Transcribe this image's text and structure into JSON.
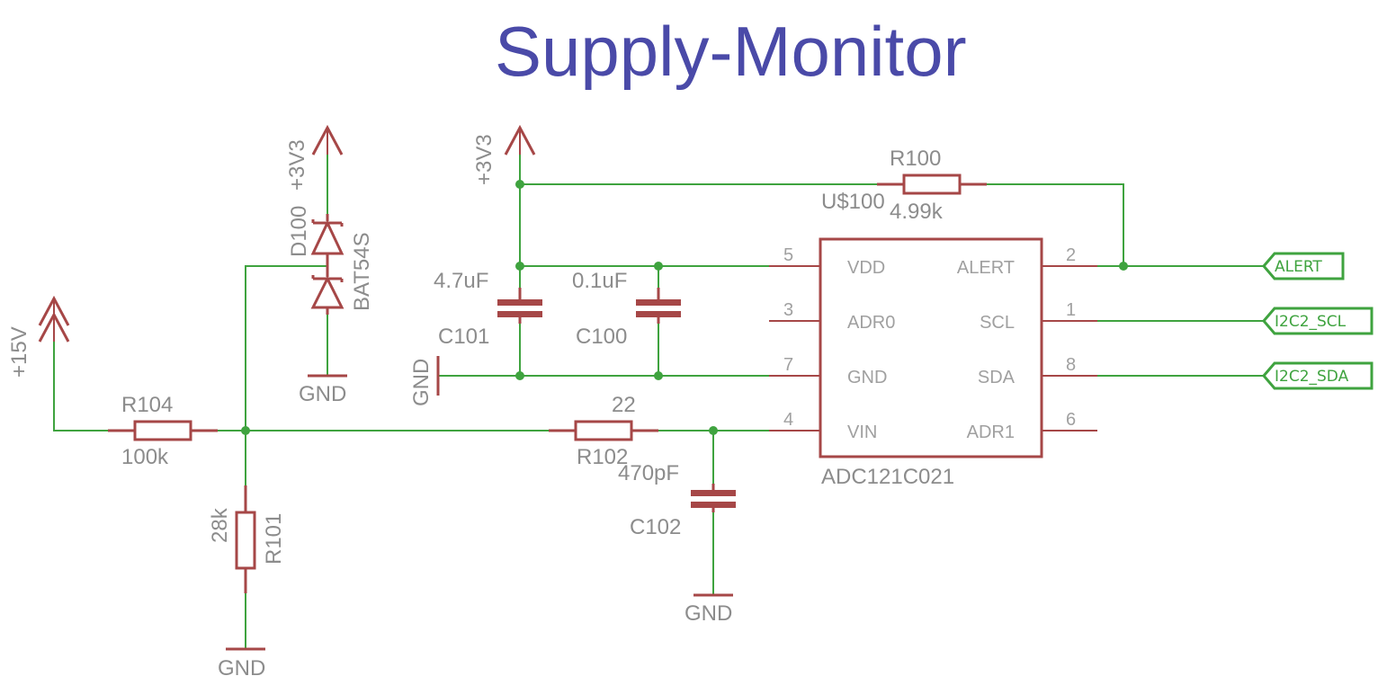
{
  "title": "Supply-Monitor",
  "supplies": {
    "rail_15v": "+15V",
    "rail_3v3_a": "+3V3",
    "rail_3v3_b": "+3V3",
    "gnd_label": "GND"
  },
  "components": {
    "R100": {
      "name": "R100",
      "value": "4.99k"
    },
    "R101": {
      "name": "R101",
      "value": "28k"
    },
    "R102": {
      "name": "R102",
      "value": "22"
    },
    "R104": {
      "name": "R104",
      "value": "100k"
    },
    "C100": {
      "name": "C100",
      "value": "0.1uF"
    },
    "C101": {
      "name": "C101",
      "value": "4.7uF"
    },
    "C102": {
      "name": "C102",
      "value": "470pF"
    },
    "D100": {
      "name": "D100",
      "value": "BAT54S"
    },
    "U100": {
      "name": "U$100",
      "part": "ADC121C021",
      "pins": {
        "vdd": {
          "label": "VDD",
          "num": "5"
        },
        "adr0": {
          "label": "ADR0",
          "num": "3"
        },
        "gnd": {
          "label": "GND",
          "num": "7"
        },
        "vin": {
          "label": "VIN",
          "num": "4"
        },
        "alert": {
          "label": "ALERT",
          "num": "2"
        },
        "scl": {
          "label": "SCL",
          "num": "1"
        },
        "sda": {
          "label": "SDA",
          "num": "8"
        },
        "adr1": {
          "label": "ADR1",
          "num": "6"
        }
      }
    }
  },
  "nets": {
    "alert": "ALERT",
    "scl": "I2C2_SCL",
    "sda": "I2C2_SDA"
  },
  "colors": {
    "wire": "#3fa33f",
    "component": "#a64747",
    "label": "#8c8c8c",
    "title": "#4a4aa8"
  }
}
